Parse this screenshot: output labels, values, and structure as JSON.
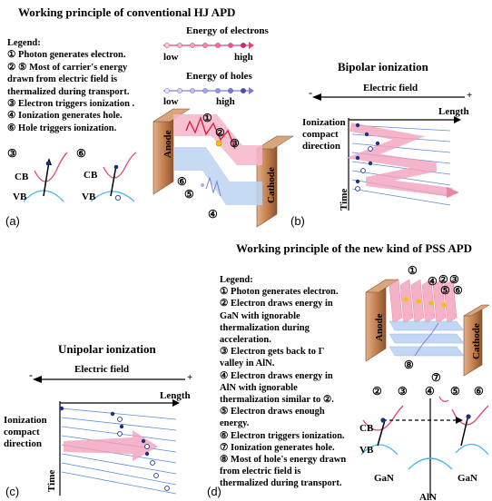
{
  "top_left": {
    "title": "Working principle of conventional HJ APD",
    "legend_title": "Legend:",
    "legend_items": [
      "① Photon generates electron.",
      "② ⑤ Most of carrier's energy",
      "drawn from electric field is",
      "thermalized during transport.",
      "③ Electron triggers ionization .",
      "④ Ionization generates hole.",
      "⑥ Hole triggers ionization."
    ],
    "energy_electrons": "Energy of electrons",
    "energy_holes": "Energy of holes",
    "low": "low",
    "high": "high",
    "anode": "Anode",
    "cathode": "Cathode",
    "cb": "CB",
    "vb": "VB",
    "band_nums": [
      "③",
      "⑥"
    ],
    "device_nums": [
      "①",
      "②",
      "③",
      "④",
      "⑤",
      "⑥"
    ],
    "panel_label": "(a)",
    "colors": {
      "electron": "#e0457b",
      "hole": "#7d7bd6",
      "contact": "#c8916a"
    }
  },
  "top_right": {
    "title": "Bipolar ionization",
    "field": "Electric field",
    "minus": "-",
    "plus": "+",
    "length": "Length",
    "ionization": [
      "Ionization",
      "compact",
      "direction"
    ],
    "time": "Time",
    "panel_label": "(b)"
  },
  "bottom_left": {
    "title": "Unipolar ionization",
    "field": "Electric field",
    "minus": "-",
    "plus": "+",
    "length": "Length",
    "ionization": [
      "Ionization",
      "compact",
      "direction"
    ],
    "time": "Time",
    "panel_label": "(c)"
  },
  "bottom_right": {
    "title": "Working principle of the new kind of PSS APD",
    "legend_title": "Legend:",
    "legend_items": [
      "① Photon generates electron.",
      "② Electron draws energy in",
      "GaN with ignorable",
      "thermalization during",
      "acceleration.",
      "③ Electron gets back to Γ",
      "valley in AlN.",
      "④ Electron draws energy in",
      "AlN with ignorable",
      "thermalization similar to ②.",
      "⑤ Electron draws enough",
      "energy.",
      "⑥ Electron triggers ionization.",
      "⑦ Ionization generates hole.",
      "⑧ Most of hole's energy drawn",
      "from electric field is",
      "thermalized during transport."
    ],
    "anode": "Anode",
    "cathode": "Cathode",
    "cb": "CB",
    "vb": "VB",
    "gan_left": "GaN",
    "gan_right": "GaN",
    "aln": "AlN",
    "band_nums": [
      "②",
      "③",
      "④",
      "⑤",
      "⑥"
    ],
    "device_nums": [
      "①",
      "④",
      "②",
      "③",
      "⑤",
      "⑥",
      "⑧",
      "⑦"
    ],
    "panel_label": "(d)"
  }
}
